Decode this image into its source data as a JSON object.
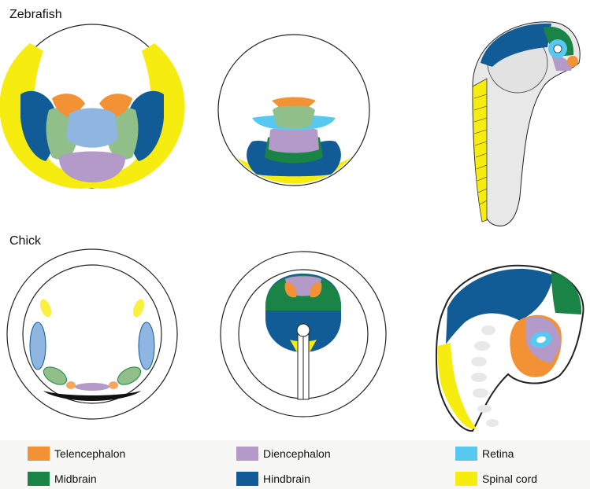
{
  "rows": {
    "zebrafish": "Zebrafish",
    "chick": "Chick"
  },
  "colors": {
    "telencephalon": "#f39235",
    "diencephalon": "#b39ac8",
    "retina": "#57c8f0",
    "midbrain": "#1a8446",
    "hindbrain": "#115c96",
    "spinal_cord": "#f7ec10",
    "light_green": "#90bf8a",
    "light_blue": "#8fb6e0",
    "yolk_gray": "#e2e2e2"
  },
  "legend": [
    {
      "key": "telencephalon",
      "label": "Telencephalon"
    },
    {
      "key": "diencephalon",
      "label": "Diencephalon"
    },
    {
      "key": "retina",
      "label": "Retina"
    },
    {
      "key": "midbrain",
      "label": "Midbrain"
    },
    {
      "key": "hindbrain",
      "label": "Hindbrain"
    },
    {
      "key": "spinal_cord",
      "label": "Spinal cord"
    }
  ]
}
